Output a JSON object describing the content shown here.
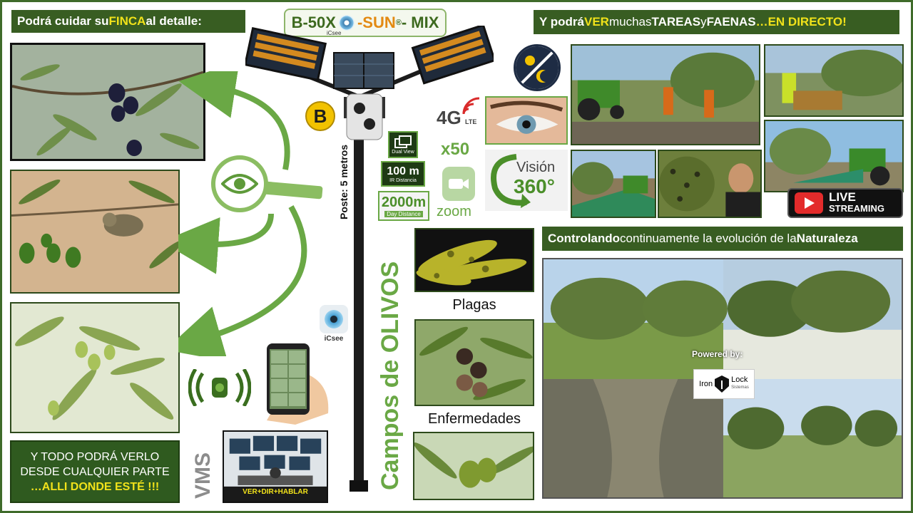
{
  "header": {
    "left_pre": "Podrá cuidar su ",
    "left_hl": "FINCA",
    "left_post": " al detalle:",
    "right_pre": "Y podrá ",
    "right_hl1": "VER",
    "right_mid1": " muchas ",
    "right_b1": "TAREAS",
    "right_mid2": " y ",
    "right_b2": "FAENAS",
    "right_hl2": " …EN DIRECTO!"
  },
  "product": {
    "title_a": "B-50X",
    "title_b": "-SUN",
    "title_reg": "®",
    "title_c": "- MIX",
    "icsee_small": "iCsee",
    "badge_b": "B",
    "pole_label": "Poste: 5 metros",
    "vertical_title": "Campos de OLIVOS"
  },
  "features": {
    "dual_view": "Dual View",
    "ir_value": "100 m",
    "ir_label": "IR Distancia",
    "day_value": "2000m",
    "day_label": "Day Distance",
    "network": "4G",
    "network_sub": "LTE",
    "zoom_factor": "x50",
    "zoom_label": "zoom",
    "vision_word": "Visión",
    "vision_num": "360°",
    "icsee_app": "iCsee",
    "live_1": "LIVE",
    "live_2": "STREAMING",
    "vms": "VMS",
    "vms_caption": "VER+DIR+HABLAR"
  },
  "captions": {
    "pests": "Plagas",
    "diseases": "Enfermedades"
  },
  "nature": {
    "pre": "Controlando",
    "mid": " continuamente la evolución de la ",
    "post": "Naturaleza",
    "powered": "Powered by:",
    "brand_1": "Iron",
    "brand_2": "Lock",
    "brand_sub": "Sistemas"
  },
  "footer": {
    "line1": "Y TODO PODRÁ VERLO",
    "line2": "DESDE CUALQUIER PARTE",
    "line3": "…ALLI DONDE ESTÉ !!!"
  },
  "colors": {
    "banner_green": "#385d22",
    "highlight_yellow": "#f1e21a",
    "olive_green": "#7ab648"
  }
}
